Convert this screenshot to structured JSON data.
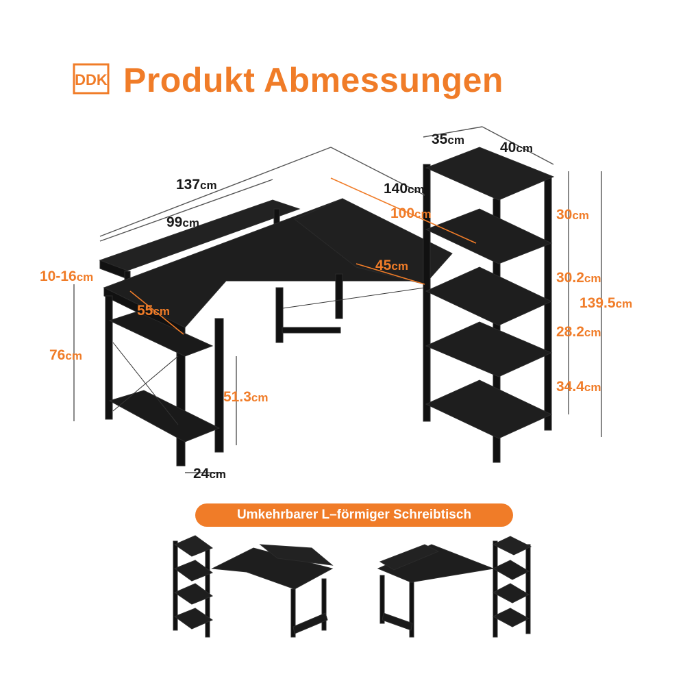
{
  "header": {
    "logo_text": "DDK",
    "title": "Produkt Abmessungen"
  },
  "colors": {
    "accent": "#f07c28",
    "furniture": "#1c1c1c",
    "text": "#1a1a1a"
  },
  "dimensions": {
    "desk_length": "137",
    "monitor_stand_width": "99",
    "stand_height": "10-16",
    "desk_height": "76",
    "side_depth": "55",
    "shelf_clearance": "51.3",
    "side_shelf_depth": "24",
    "return_length": "140",
    "return_inner": "100",
    "return_depth": "45",
    "shelf_depth": "35",
    "shelf_width": "40",
    "tier1": "30",
    "tier2": "30.2",
    "tier3": "28.2",
    "tier4": "34.4",
    "shelf_total": "139.5",
    "unit": "cm"
  },
  "banner": {
    "text": "Umkehrbarer L–förmiger Schreibtisch"
  }
}
